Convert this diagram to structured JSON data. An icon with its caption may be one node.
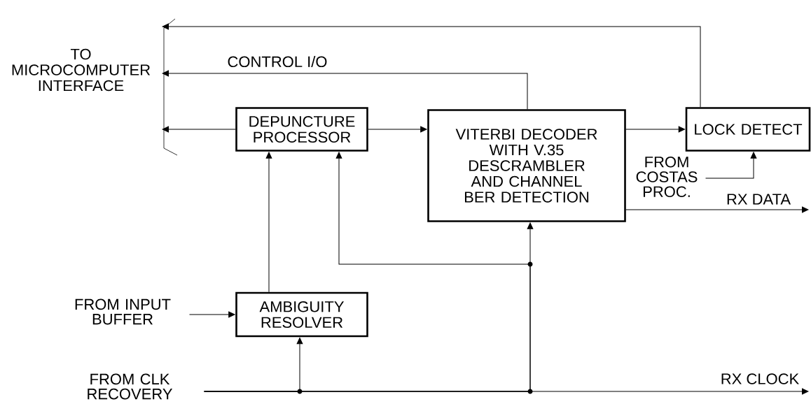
{
  "diagram": {
    "nodes": [
      {
        "text": [
          "TO MICROCOMPUTER INTERFACE"
        ]
      },
      {
        "text": [
          "DEPUNCTURE PROCESSOR"
        ]
      },
      {
        "text": [
          "VITERBI DECODER WITH V.35 DESCRAMBLER AND CHANNEL BER DETECTION"
        ]
      },
      {
        "text": [
          "LOCK DETECT"
        ]
      },
      {
        "text": [
          "FROM COSTAS PROC."
        ]
      },
      {
        "text": [
          "FROM INPUT BUFFER"
        ]
      },
      {
        "text": [
          "AMBIGUITY RESOLVER"
        ]
      },
      {
        "text": [
          "FROM CLK RECOVERY"
        ]
      }
    ],
    "edges": [
      {
        "from": 3,
        "to": 0,
        "arrow": "to"
      },
      {
        "from": 2,
        "to": 0,
        "arrow": "to",
        "label": "CONTROL I/O"
      },
      {
        "from": 1,
        "to": 0,
        "arrow": "to"
      },
      {
        "from": 1,
        "to": 2,
        "arrow": "to"
      },
      {
        "from": 2,
        "to": 3,
        "arrow": "to"
      },
      {
        "from": 4,
        "to": 3,
        "arrow": "to"
      },
      {
        "from": 2,
        "to": null,
        "arrow": "to",
        "label": "RX DATA"
      },
      {
        "from": 6,
        "to": 1,
        "arrow": "to"
      },
      {
        "from": 5,
        "to": 6,
        "arrow": "to"
      },
      {
        "from": 7,
        "to": 6,
        "arrow": "to"
      },
      {
        "from": 7,
        "to": 1,
        "arrow": "to"
      },
      {
        "from": 7,
        "to": 2,
        "arrow": "to"
      },
      {
        "from": 7,
        "to": null,
        "arrow": "to",
        "label": "RX CLOCK"
      }
    ]
  }
}
